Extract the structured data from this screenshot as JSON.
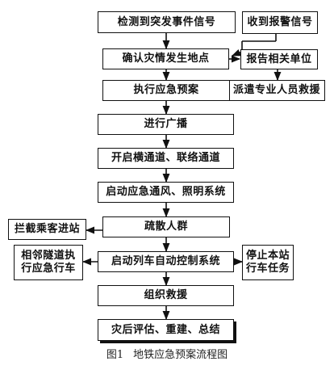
{
  "figure": {
    "number": "图1",
    "title": "地铁应急预案流程图"
  },
  "nodes": {
    "detect": "检测到突发事件信号",
    "alarm": "收到报警信号",
    "confirm": "确认灾情发生地点",
    "report": "报告相关单位",
    "dispatch": "派遣专业人员救援",
    "plan": "执行应急预案",
    "broadcast": "进行广播",
    "channels": "开启横通道、联络通道",
    "ventilation": "启动应急通风、照明系统",
    "evacuate": "疏散人群",
    "intercept": "拦截乘客进站",
    "train_control": "启动列车自动控制系统",
    "adjacent_tunnel": "相邻隧道执行应急行车",
    "stop_station": "停止本站行车任务",
    "rescue": "组织救援",
    "recovery": "灾后评估、重建、总结"
  }
}
